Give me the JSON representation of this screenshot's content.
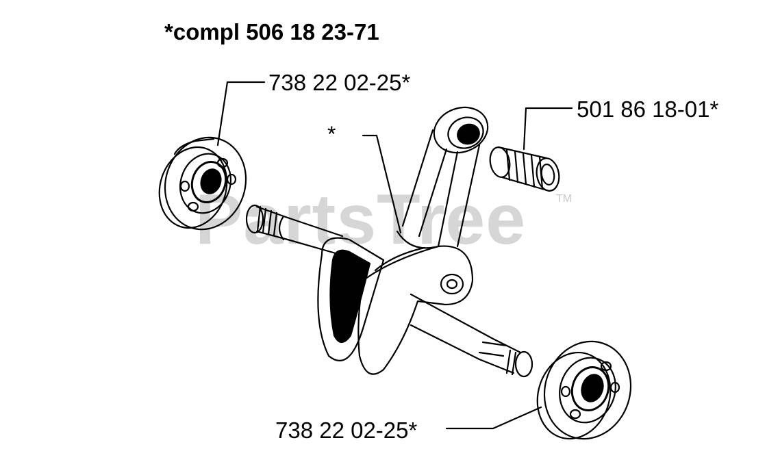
{
  "diagram": {
    "title": "*compl 506 18 23-71",
    "labels": {
      "top_bearing": "738 22 02-25*",
      "needle_bearing": "501 86 18-01*",
      "crankshaft": "*",
      "bottom_bearing": "738 22 02-25*"
    },
    "watermark": {
      "text": "PartsTree",
      "trademark": "TM"
    }
  }
}
